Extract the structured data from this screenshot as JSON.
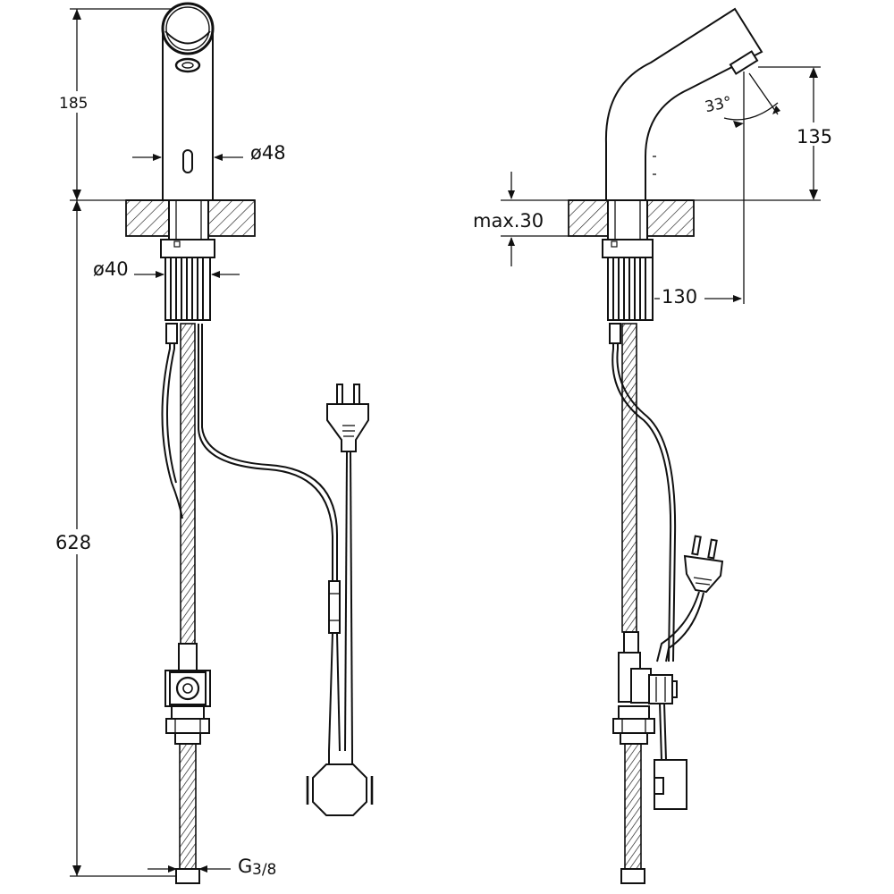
{
  "front_view": {
    "height_spout": "185",
    "diameter_body": "ø48",
    "diameter_shank": "ø40",
    "total_height": "628",
    "thread": "G",
    "thread_fraction": "3/8"
  },
  "side_view": {
    "spray_angle": "33°",
    "outlet_height": "135",
    "max_deck_thickness": "max.30",
    "reach": "130"
  }
}
